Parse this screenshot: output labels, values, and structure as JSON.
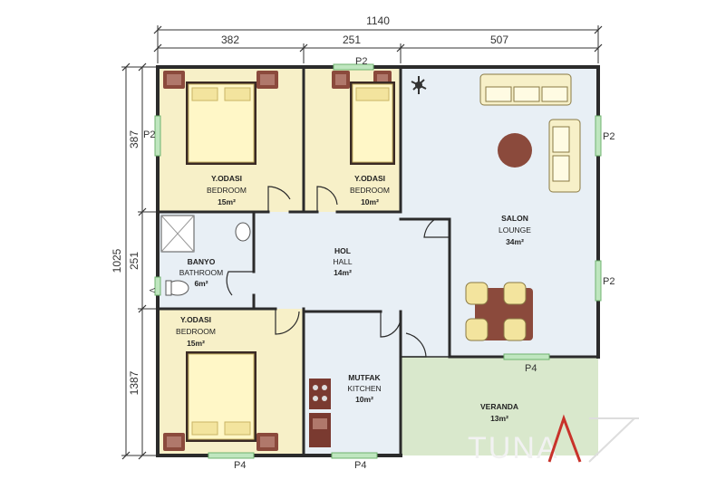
{
  "dimensions": {
    "total_width": "1140",
    "segments": [
      "382",
      "251",
      "507"
    ],
    "total_height": "1025",
    "left_segments": [
      "387",
      "251",
      "1387"
    ]
  },
  "rooms": {
    "bedroom_top_left": {
      "name": "Y.ODASI",
      "subtitle": "BEDROOM",
      "area": "15m²"
    },
    "bedroom_top_mid": {
      "name": "Y.ODASI",
      "subtitle": "BEDROOM",
      "area": "10m²"
    },
    "bathroom": {
      "name": "BANYO",
      "subtitle": "BATHROOM",
      "area": "6m²"
    },
    "hall": {
      "name": "HOL",
      "subtitle": "HALL",
      "area": "14m²"
    },
    "salon": {
      "name": "SALON",
      "subtitle": "LOUNGE",
      "area": "34m²"
    },
    "bedroom_bottom": {
      "name": "Y.ODASI",
      "subtitle": "BEDROOM",
      "area": "15m²"
    },
    "kitchen": {
      "name": "MUTFAK",
      "subtitle": "KITCHEN",
      "area": "10m²"
    },
    "veranda": {
      "name": "VERANDA",
      "area": "13m²"
    }
  },
  "windows": {
    "top": "P2",
    "left": "P2",
    "right_upper": "P2",
    "right_lower": "P2",
    "veranda": "P4",
    "bottom_bedroom": "P4",
    "bottom_kitchen": "P4",
    "vent": "V"
  },
  "logo": {
    "text": "TUNA"
  },
  "colors": {
    "bedroom_fill": "#f7f0c8",
    "hall_fill": "#e8eff5",
    "veranda_fill": "#d9e8cc",
    "wall": "#2b2b2b",
    "window": "#8fcf8f",
    "furniture_brown": "#8b4a3c",
    "logo_red": "#c8322a"
  }
}
